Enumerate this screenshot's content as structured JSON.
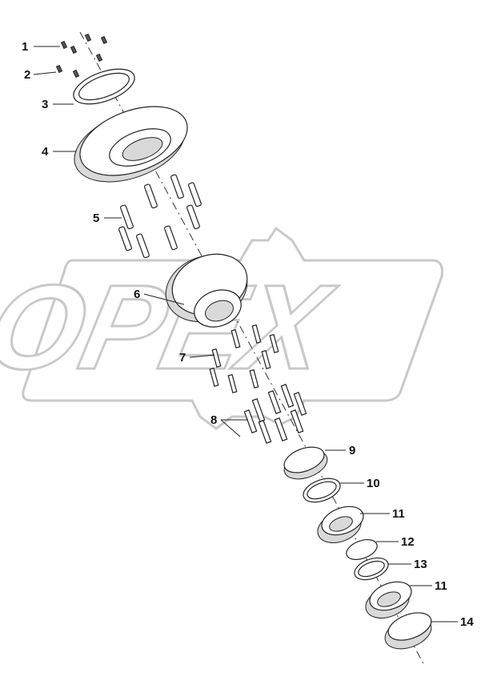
{
  "watermark": {
    "text": "OPEX",
    "color": "#c9c9c9"
  },
  "callouts": [
    {
      "id": "1",
      "label": "1"
    },
    {
      "id": "2",
      "label": "2"
    },
    {
      "id": "3",
      "label": "3"
    },
    {
      "id": "4",
      "label": "4"
    },
    {
      "id": "5",
      "label": "5"
    },
    {
      "id": "6",
      "label": "6"
    },
    {
      "id": "7",
      "label": "7"
    },
    {
      "id": "8",
      "label": "8"
    },
    {
      "id": "9",
      "label": "9"
    },
    {
      "id": "10",
      "label": "10"
    },
    {
      "id": "11a",
      "label": "11"
    },
    {
      "id": "12",
      "label": "12"
    },
    {
      "id": "13",
      "label": "13"
    },
    {
      "id": "11b",
      "label": "11"
    },
    {
      "id": "14",
      "label": "14"
    }
  ],
  "colors": {
    "line": "#222222",
    "shade": "#d9d9d9",
    "dark": "#555555"
  }
}
